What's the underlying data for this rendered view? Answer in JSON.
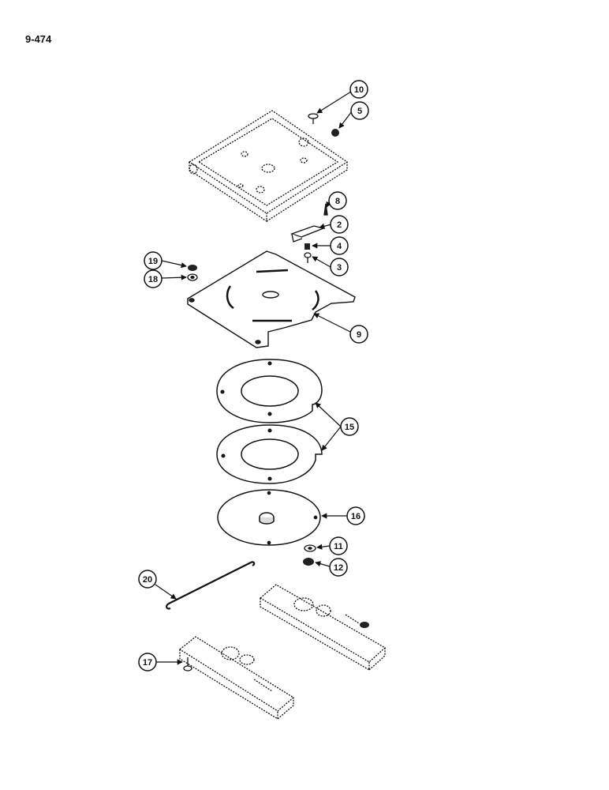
{
  "page": {
    "label": "9-474"
  },
  "callouts": [
    {
      "id": "c10",
      "number": "10"
    },
    {
      "id": "c5",
      "number": "5"
    },
    {
      "id": "c8",
      "number": "8"
    },
    {
      "id": "c2",
      "number": "2"
    },
    {
      "id": "c4",
      "number": "4"
    },
    {
      "id": "c3",
      "number": "3"
    },
    {
      "id": "c19",
      "number": "19"
    },
    {
      "id": "c18",
      "number": "18"
    },
    {
      "id": "c9",
      "number": "9"
    },
    {
      "id": "c15",
      "number": "15"
    },
    {
      "id": "c16",
      "number": "16"
    },
    {
      "id": "c11",
      "number": "11"
    },
    {
      "id": "c12",
      "number": "12"
    },
    {
      "id": "c20",
      "number": "20"
    },
    {
      "id": "c17",
      "number": "17"
    }
  ]
}
